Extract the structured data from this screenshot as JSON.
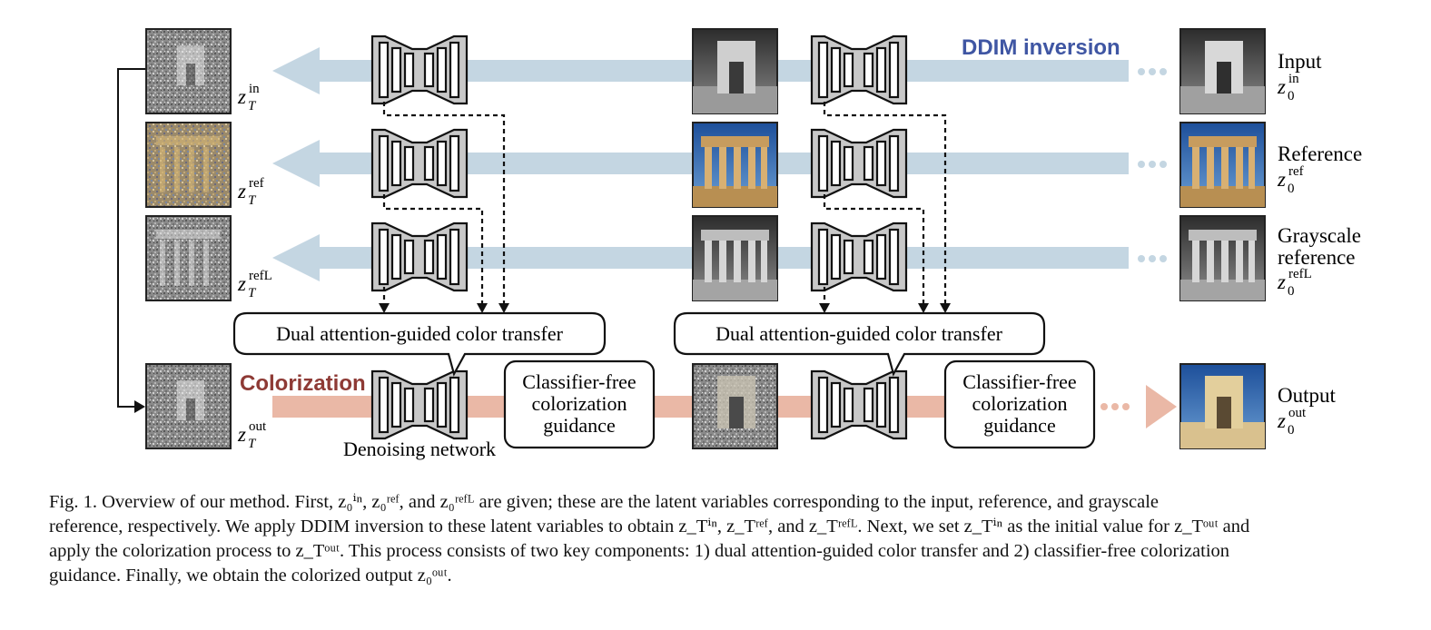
{
  "figure": {
    "arrows": {
      "inversion_label": "DDIM inversion",
      "colorization_label": "Colorization",
      "inversion_color": "#c4d6e2",
      "colorization_color": "#eab8a6",
      "inversion_text_color": "#3f56a3",
      "colorization_text_color": "#8e3a35"
    },
    "latents": {
      "zT_in": "z_T^in",
      "zT_ref": "z_T^ref",
      "zT_refL": "z_T^refL",
      "zT_out": "z_T^out"
    },
    "right_labels": {
      "input": "Input",
      "reference": "Reference",
      "grayscale_line1": "Grayscale",
      "grayscale_line2": "reference",
      "output": "Output",
      "z0_in": "z_0^in",
      "z0_ref": "z_0^ref",
      "z0_refL": "z_0^refL",
      "z0_out": "z_0^out"
    },
    "boxes": {
      "dual_attention": "Dual attention-guided color transfer",
      "cfg_line1": "Classifier-free",
      "cfg_line2": "colorization",
      "cfg_line3": "guidance",
      "denoising_network": "Denoising network"
    },
    "ellipsis": "•••"
  },
  "caption": {
    "line1": "Fig. 1.  Overview of our method. First, z₀ⁱⁿ, z₀ʳᵉᶠ, and z₀ʳᵉᶠᴸ are given; these are the latent variables corresponding to the input, reference, and grayscale",
    "line2": "reference, respectively. We apply DDIM inversion to these latent variables to obtain z_Tⁱⁿ, z_Tʳᵉᶠ, and z_Tʳᵉᶠᴸ. Next, we set z_Tⁱⁿ as the initial value for z_Tᵒᵘᵗ and",
    "line3": "apply the colorization process to z_Tᵒᵘᵗ. This process consists of two key components: 1) dual attention-guided color transfer and 2) classifier-free colorization",
    "line4": "guidance. Finally, we obtain the colorized output z₀ᵒᵘᵗ."
  }
}
